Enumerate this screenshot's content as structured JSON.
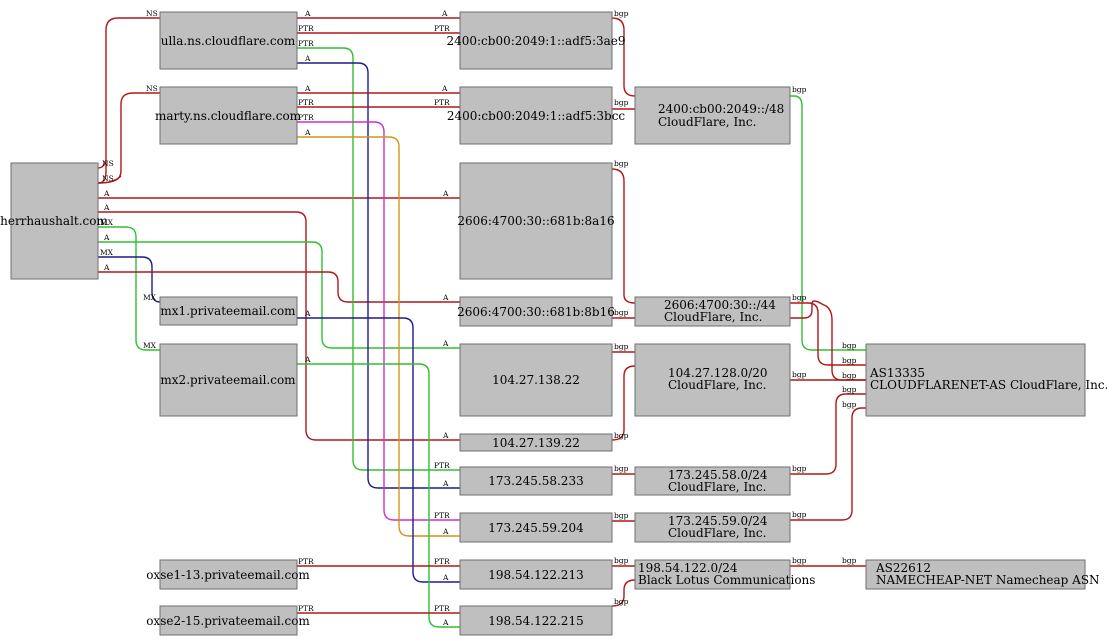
{
  "nodes": {
    "herrhaushalt": "herrhaushalt.com",
    "ulla": "ulla.ns.cloudflare.com",
    "marty": "marty.ns.cloudflare.com",
    "mx1": "mx1.privateemail.com",
    "mx2": "mx2.privateemail.com",
    "oxse1": "oxse1-13.privateemail.com",
    "oxse2": "oxse2-15.privateemail.com",
    "ip_ae9": "2400:cb00:2049:1::adf5:3ae9",
    "ip_bcc": "2400:cb00:2049:1::adf5:3bcc",
    "ip_8a16": "2606:4700:30::681b:8a16",
    "ip_8b16": "2606:4700:30::681b:8b16",
    "ip_138": "104.27.138.22",
    "ip_139": "104.27.139.22",
    "ip_58": "173.245.58.233",
    "ip_59": "173.245.59.204",
    "ip_213": "198.54.122.213",
    "ip_215": "198.54.122.215",
    "pfx_2400": [
      "2400:cb00:2049::/48",
      "CloudFlare, Inc."
    ],
    "pfx_2606": [
      "2606:4700:30::/44",
      "CloudFlare, Inc."
    ],
    "pfx_104": [
      "104.27.128.0/20",
      "CloudFlare, Inc."
    ],
    "pfx_173_58": [
      "173.245.58.0/24",
      "CloudFlare, Inc."
    ],
    "pfx_173_59": [
      "173.245.59.0/24",
      "CloudFlare, Inc."
    ],
    "pfx_198": [
      "198.54.122.0/24",
      "Black Lotus Communications"
    ],
    "as13335": [
      "AS13335",
      "CLOUDFLARENET-AS CloudFlare, Inc."
    ],
    "as22612": [
      "AS22612",
      "NAMECHEAP-NET Namecheap ASN"
    ]
  },
  "edge_labels": {
    "ns": "NS",
    "a": "A",
    "mx": "MX",
    "ptr": "PTR",
    "bgp": "bgp"
  },
  "colors": {
    "red": "#b01818",
    "green": "#30c030",
    "blue": "#1c1c8c",
    "magenta": "#cc30cc",
    "orange": "#d4941c",
    "node_fill": "#c0bfc0"
  }
}
